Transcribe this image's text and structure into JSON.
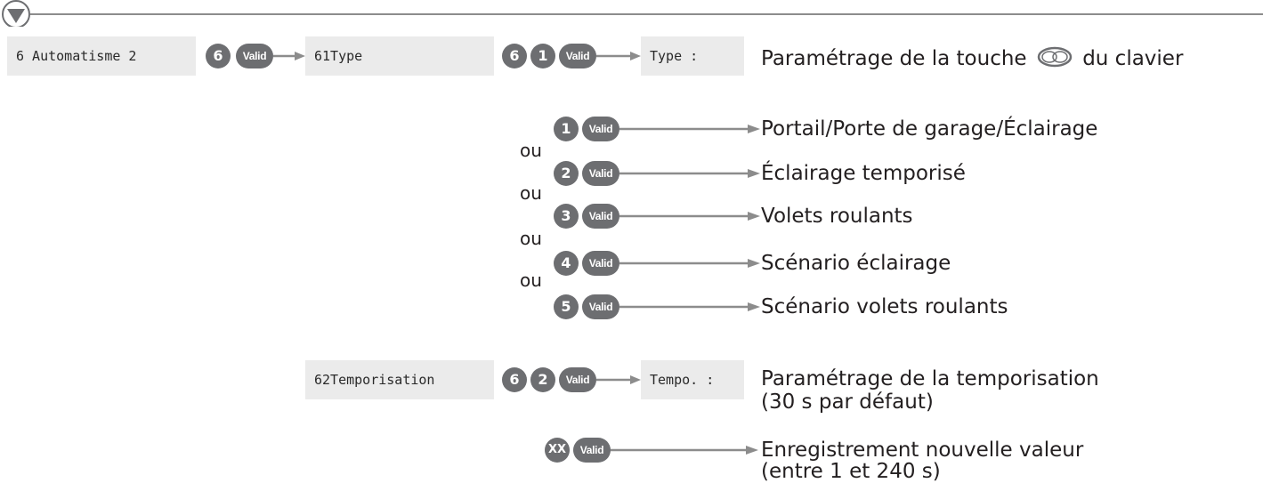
{
  "row1": {
    "lcd_menu": "6 Automatisme 2",
    "seq1": {
      "key": "6",
      "valid": "Valid"
    },
    "lcd_sub": "61Type",
    "seq2": {
      "keys": [
        "6",
        "1"
      ],
      "valid": "Valid"
    },
    "lcd_type": "Type :",
    "description_before": "Paramétrage de la touche",
    "description_after": "du clavier"
  },
  "options": [
    {
      "key": "1",
      "valid": "Valid",
      "label": "Portail/Porte de garage/Éclairage"
    },
    {
      "key": "2",
      "valid": "Valid",
      "label": "Éclairage temporisé"
    },
    {
      "key": "3",
      "valid": "Valid",
      "label": "Volets roulants"
    },
    {
      "key": "4",
      "valid": "Valid",
      "label": "Scénario éclairage"
    },
    {
      "key": "5",
      "valid": "Valid",
      "label": "Scénario volets roulants"
    }
  ],
  "ou_label": "ou",
  "row2": {
    "lcd_sub": "62Temporisation",
    "seq": {
      "keys": [
        "6",
        "2"
      ],
      "valid": "Valid"
    },
    "lcd_tempo": "Tempo. :",
    "description_line1": "Paramétrage de la temporisation",
    "description_line2": "(30 s par défaut)"
  },
  "row3": {
    "key": "XX",
    "valid": "Valid",
    "description_line1": "Enregistrement nouvelle valeur",
    "description_line2": "(entre 1 et 240 s)"
  },
  "colors": {
    "key_gray": "#6d6e71",
    "lcd_bg": "#ebebeb",
    "line_gray": "#8c8c8c",
    "text": "#231f20"
  }
}
